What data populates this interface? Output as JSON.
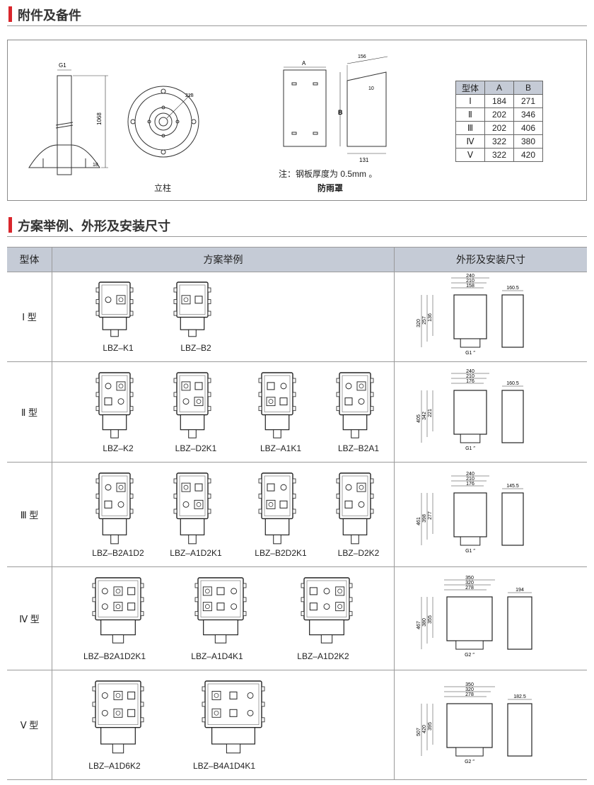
{
  "section1": {
    "title": "附件及备件"
  },
  "accessories": {
    "pole": {
      "label_g": "G1",
      "label_h": "1068",
      "label_18": "18",
      "label_218": "218",
      "caption": "立柱"
    },
    "rain_cover": {
      "label_a": "A",
      "label_b": "B",
      "label_156": "156",
      "label_10": "10",
      "label_131": "131",
      "note": "注：钢板厚度为 0.5mm 。",
      "caption": "防雨罩"
    },
    "size_table": {
      "headers": [
        "型体",
        "A",
        "B"
      ],
      "rows": [
        [
          "Ⅰ",
          "184",
          "271"
        ],
        [
          "Ⅱ",
          "202",
          "346"
        ],
        [
          "Ⅲ",
          "202",
          "406"
        ],
        [
          "Ⅳ",
          "322",
          "380"
        ],
        [
          "Ⅴ",
          "322",
          "420"
        ]
      ]
    }
  },
  "section2": {
    "title": "方案举例、外形及安装尺寸"
  },
  "table": {
    "headers": [
      "型体",
      "方案举例",
      "外形及安装尺寸"
    ],
    "rows": [
      {
        "type": "Ⅰ 型",
        "models": [
          "LBZ–K1",
          "LBZ–B2"
        ],
        "dims": {
          "w": [
            "240",
            "210",
            "158"
          ],
          "side": "160.5",
          "h": [
            "320",
            "257",
            "136"
          ],
          "g": "G1 ″"
        }
      },
      {
        "type": "Ⅱ 型",
        "models": [
          "LBZ–K2",
          "LBZ–D2K1",
          "LBZ–A1K1",
          "LBZ–B2A1"
        ],
        "dims": {
          "w": [
            "240",
            "210",
            "176"
          ],
          "side": "160.5",
          "h": [
            "405",
            "342",
            "221"
          ],
          "g": "G1 ″"
        }
      },
      {
        "type": "Ⅲ 型",
        "models": [
          "LBZ–B2A1D2",
          "LBZ–A1D2K1",
          "LBZ–B2D2K1",
          "LBZ–D2K2"
        ],
        "dims": {
          "w": [
            "240",
            "210",
            "176"
          ],
          "side": "145.5",
          "h": [
            "461",
            "398",
            "277"
          ],
          "g": "G1 ″"
        }
      },
      {
        "type": "Ⅳ 型",
        "models": [
          "LBZ–B2A1D2K1",
          "LBZ–A1D4K1",
          "LBZ–A1D2K2"
        ],
        "dims": {
          "w": [
            "350",
            "320",
            "278"
          ],
          "side": "194",
          "h": [
            "467",
            "380",
            "355"
          ],
          "g": "G2 ″"
        }
      },
      {
        "type": "Ⅴ 型",
        "models": [
          "LBZ–A1D6K2",
          "LBZ–B4A1D4K1"
        ],
        "dims": {
          "w": [
            "350",
            "320",
            "278"
          ],
          "side": "182.5",
          "h": [
            "507",
            "420",
            "395"
          ],
          "g": "G2 ″"
        }
      }
    ]
  }
}
